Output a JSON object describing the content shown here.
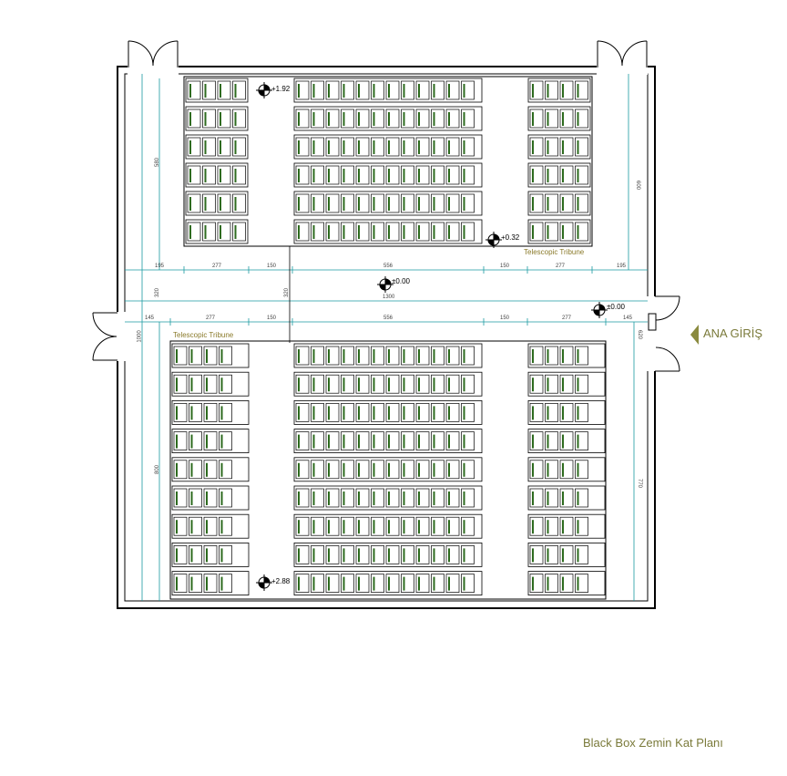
{
  "title": "Black Box Zemin Kat Planı",
  "entrance": {
    "label": "ANA GİRİŞ",
    "color": "#8a8a3e"
  },
  "tribunes": {
    "upper_label": "Telescopic Tribune",
    "lower_label": "Telescopic Tribune"
  },
  "levels": {
    "upper_top": "+1.92",
    "upper_bottom": "+0.32",
    "stage_center": "±0.00",
    "stage_right": "±0.00",
    "lower_bottom": "+2.88"
  },
  "dimensions": {
    "upper_row": [
      "195",
      "277",
      "150",
      "556",
      "150",
      "277",
      "195"
    ],
    "lower_row": [
      "145",
      "277",
      "150",
      "556",
      "150",
      "277",
      "145"
    ],
    "stage_width": "1300",
    "stage_depth_left": "320",
    "stage_depth_mid": "320",
    "upper_depth": "580",
    "upper_right": "600",
    "lower_left": "1000",
    "lower_depth": "800",
    "lower_right": "770",
    "lower_right_small": "620"
  },
  "colors": {
    "line": "#000000",
    "dimension": "#1a9aa0",
    "seat": "#2e6b1f",
    "label": "#8a7a2a"
  },
  "seating": {
    "upper_rows": 6,
    "lower_rows": 9
  }
}
